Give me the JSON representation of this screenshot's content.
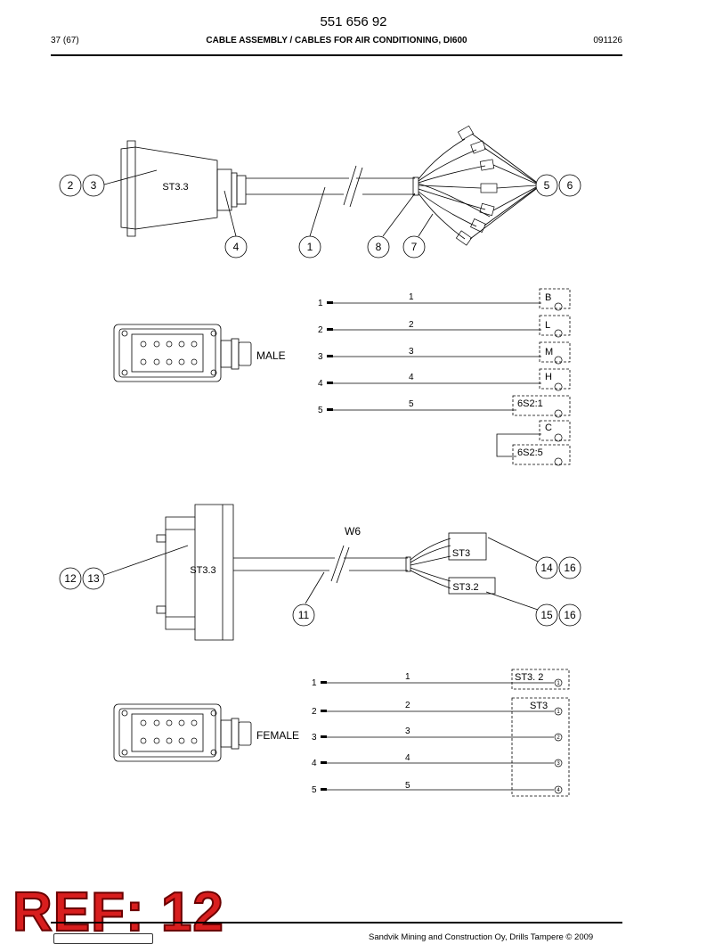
{
  "header": {
    "doc_number": "551 656 92",
    "page": "37 (67)",
    "title": "CABLE ASSEMBLY / CABLES FOR AIR CONDITIONING, DI600",
    "date": "091126"
  },
  "diagram1": {
    "connector_label": "ST3.3",
    "balloons": [
      "2",
      "3",
      "4",
      "1",
      "8",
      "7",
      "5",
      "6"
    ]
  },
  "wiring_male": {
    "label": "MALE",
    "pins": [
      "1",
      "2",
      "3",
      "4",
      "5"
    ],
    "wires": [
      "1",
      "2",
      "3",
      "4",
      "5"
    ],
    "terminals": [
      "B",
      "L",
      "M",
      "H",
      "6S2:1",
      "C",
      "6S2:5"
    ]
  },
  "diagram2": {
    "connector_label": "ST3.3",
    "cable_label": "W6",
    "plug_a": "ST3",
    "plug_b": "ST3.2",
    "balloons": [
      "12",
      "13",
      "11",
      "14",
      "16",
      "15",
      "16"
    ]
  },
  "wiring_female": {
    "label": "FEMALE",
    "pins": [
      "1",
      "2",
      "3",
      "4",
      "5"
    ],
    "wires": [
      "1",
      "2",
      "3",
      "4",
      "5"
    ],
    "terminals": [
      "ST3. 2",
      "ST3"
    ],
    "terminal_pins": [
      "1",
      "1",
      "2",
      "3",
      "4"
    ]
  },
  "stamp": "REF: 12",
  "footer": {
    "copyright": "Sandvik Mining and Construction Oy, Drills Tampere © 2009"
  }
}
